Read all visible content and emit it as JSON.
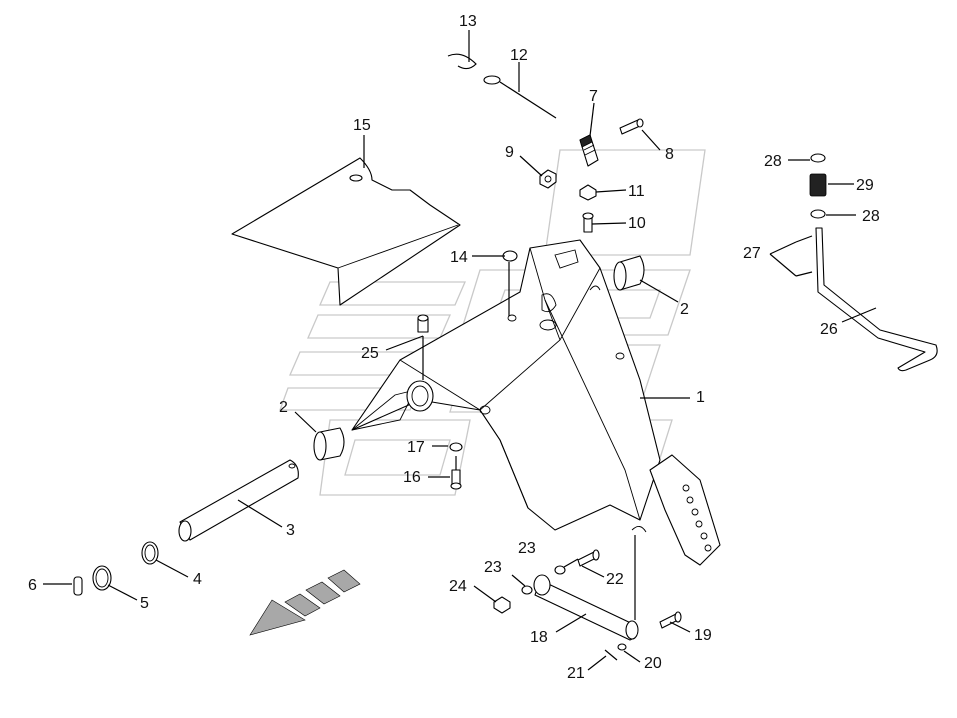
{
  "callouts": [
    {
      "id": "c1",
      "text": "1"
    },
    {
      "id": "c2a",
      "text": "2"
    },
    {
      "id": "c2b",
      "text": "2"
    },
    {
      "id": "c3",
      "text": "3"
    },
    {
      "id": "c4",
      "text": "4"
    },
    {
      "id": "c5",
      "text": "5"
    },
    {
      "id": "c6",
      "text": "6"
    },
    {
      "id": "c7",
      "text": "7"
    },
    {
      "id": "c8",
      "text": "8"
    },
    {
      "id": "c9",
      "text": "9"
    },
    {
      "id": "c10",
      "text": "10"
    },
    {
      "id": "c11",
      "text": "11"
    },
    {
      "id": "c12",
      "text": "12"
    },
    {
      "id": "c13",
      "text": "13"
    },
    {
      "id": "c14",
      "text": "14"
    },
    {
      "id": "c15",
      "text": "15"
    },
    {
      "id": "c16",
      "text": "16"
    },
    {
      "id": "c17",
      "text": "17"
    },
    {
      "id": "c18",
      "text": "18"
    },
    {
      "id": "c19",
      "text": "19"
    },
    {
      "id": "c20",
      "text": "20"
    },
    {
      "id": "c21",
      "text": "21"
    },
    {
      "id": "c22",
      "text": "22"
    },
    {
      "id": "c23a",
      "text": "23"
    },
    {
      "id": "c23b",
      "text": "23"
    },
    {
      "id": "c24",
      "text": "24"
    },
    {
      "id": "c25",
      "text": "25"
    },
    {
      "id": "c26",
      "text": "26"
    },
    {
      "id": "c27",
      "text": "27"
    },
    {
      "id": "c28a",
      "text": "28"
    },
    {
      "id": "c28b",
      "text": "28"
    },
    {
      "id": "c29",
      "text": "29"
    }
  ]
}
